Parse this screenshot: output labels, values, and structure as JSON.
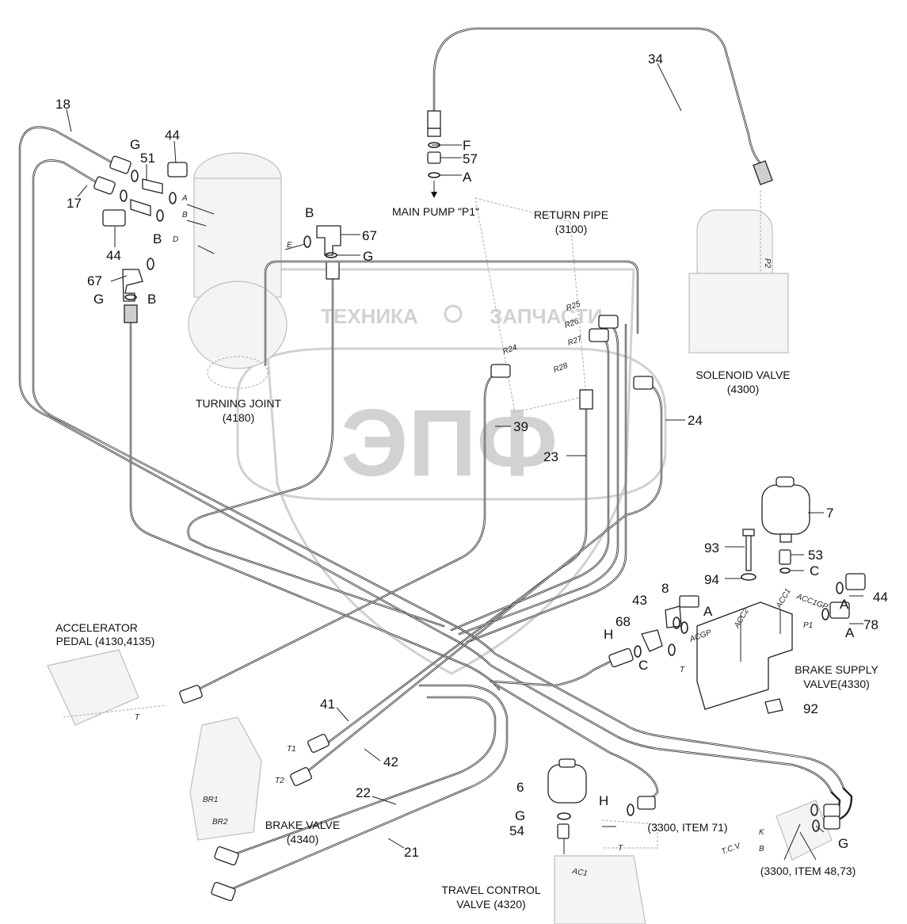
{
  "watermark": {
    "left": "ТЕХНИКА",
    "right": "ЗАПЧАСТИ",
    "big": "ЭПФ"
  },
  "numbers": {
    "n34": "34",
    "n18": "18",
    "n17": "17",
    "n44a": "44",
    "n51": "51",
    "n44b": "44",
    "n67a": "67",
    "n67b": "67",
    "n57": "57",
    "n39": "39",
    "n23": "23",
    "n24": "24",
    "n7": "7",
    "n93": "93",
    "n53": "53",
    "n94": "94",
    "n8": "8",
    "n43": "43",
    "n44c": "44",
    "n78": "78",
    "n68": "68",
    "n92": "92",
    "n41": "41",
    "n42": "42",
    "n22": "22",
    "n21": "21",
    "n6": "6",
    "n54": "54"
  },
  "letters": {
    "F": "F",
    "A_pump": "A",
    "G_top": "G",
    "B_top": "B",
    "B_left": "B",
    "G_left": "G",
    "B_turn": "B",
    "G_turn": "G",
    "C_53": "C",
    "A_8": "A",
    "A_44": "A",
    "A_78": "A",
    "H_68": "H",
    "C_68": "C",
    "G_6": "G",
    "H_6": "H",
    "G_tcv": "G"
  },
  "small_marks": {
    "A": "A",
    "B": "B",
    "D": "D",
    "E": "E",
    "R25": "R25",
    "R26": "R26",
    "R27": "R27",
    "R24": "R24",
    "R28": "R28",
    "P2": "P2",
    "ACC1": "ACC1",
    "ACC1GP": "ACC1GP",
    "ACC2": "ACC2",
    "ACGP": "ACGP",
    "P1": "P1",
    "T_bsv": "T",
    "T_pedal": "T",
    "T1": "T1",
    "T2": "T2",
    "BR1": "BR1",
    "BR2": "BR2",
    "AC1": "AC1",
    "T_tcv": "T",
    "TCV": "T.C.V",
    "K": "K"
  },
  "labels": {
    "main_pump": "MAIN PUMP \"P1\"",
    "return_pipe_1": "RETURN PIPE",
    "return_pipe_2": "(3100)",
    "solenoid_1": "SOLENOID VALVE",
    "solenoid_2": "(4300)",
    "turning_1": "TURNING JOINT",
    "turning_2": "(4180)",
    "accel_1": "ACCELERATOR",
    "accel_2": "PEDAL (4130,4135)",
    "brake_supply_1": "BRAKE SUPPLY",
    "brake_supply_2": "VALVE(4330)",
    "brake_valve_1": "BRAKE VALVE",
    "brake_valve_2": "(4340)",
    "item71": "(3300, ITEM 71)",
    "item4873": "(3300, ITEM 48,73)",
    "tcv_1": "TRAVEL CONTROL",
    "tcv_2": "VALVE (4320)"
  }
}
